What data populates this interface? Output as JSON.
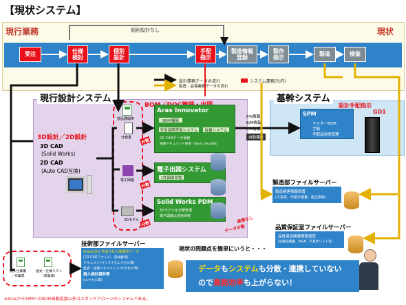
{
  "page_title": "【現状システム】",
  "flow_section": {
    "title": "現行業務",
    "right_label": "現状",
    "skip_label": "個別設計なし",
    "steps": [
      "受注",
      "仕様\n検討",
      "個別\n設計",
      "手配\n指示",
      "製造情報\n登録",
      "製作\n指示",
      "製造",
      "検査"
    ]
  },
  "legend": {
    "flow_label": "設計業務データの流れ",
    "flow_sub": "製造・品保業務データの流れ",
    "system_label": "システム業務(社内)"
  },
  "design_system": {
    "title": "現行設計システム",
    "cad_title": "3D設計／2D設計",
    "cad_3d": "3D CAD",
    "cad_3d_sub": "(Solid Works)",
    "cad_2d": "2D CAD",
    "cad_2d_sub": "(Auto CAD互換)",
    "bom_label": "BOM／DOC管理・出図",
    "doc_label1": "部品展開表",
    "doc_label2": "仕様書",
    "doc_label3": "電子図面",
    "doc_label4": "3Dモデル",
    "bunsan": "分散"
  },
  "aras": {
    "title": "Aras Innovator",
    "item1": "BOM構築",
    "item2": "安全保障貿易システム",
    "item3": "採番システム",
    "item4": "2D CADデータ保管",
    "item5": "技術ドキュメント保管（Word, Excel等）"
  },
  "e_drawing": {
    "title": "電子出図システム",
    "sub": "1件図面保管"
  },
  "sw_pdm": {
    "title": "Solid Works PDM",
    "sub1": "3Dモデルを分散管理",
    "sub2": "電子図面は別途保管"
  },
  "notes": {
    "renkei_nashi": "連携なし",
    "data_bunsan": "データ分散",
    "jidou_renkei": "自動連携",
    "pn_info": "P/N情報",
    "bom_info": "B/M情報",
    "pn_info2": "P/N情報"
  },
  "core_system": {
    "title": "基幹システム",
    "gd_label": "設計手配指示",
    "gd_code": "GD1",
    "spm_title": "SPM",
    "spm_items": [
      "マスターBOM",
      "手配",
      "手配品状態管理"
    ]
  },
  "mfg_server": {
    "title": "製造部ファイルサーバー",
    "sub1": "製造関連情報保管",
    "sub2": "(工事票、作業手順書、組立図等)"
  },
  "qa_server": {
    "title": "品質保証室ファイルサーバー",
    "sub1": "品質保証関連情報保管",
    "sub2": "(試験成績書、W&N、不具合リスト等)"
  },
  "tech_server": {
    "title": "技術部ファイルサーバー",
    "item1": "Aras以外に作成された採番済データ",
    "item2": "(2D CADファイル、旧採番等)",
    "item3": "ドキュメント(リスト)(エクセル等)",
    "item4": "型式・仕様ドキュメント(エクセル等)",
    "item5": "個人検討資料等",
    "item6": "(エクセル等)"
  },
  "bottom_docs": {
    "label1": "納入仕様書\n／作業票",
    "label2": "型式・仕様リスト\n（単発表）"
  },
  "problem": {
    "intro": "現状の問題点を簡単にいうと・・・",
    "line1_a": "データ",
    "line1_b": "も",
    "line1_c": "システム",
    "line1_d": "も分散・連携していない",
    "line2_a": "ので",
    "line2_b": "業務効率",
    "line2_c": "も上がらない！"
  },
  "footnote": "※ArasからSPMへのBOM自動変換以外はスタンドアローンのシステムである。",
  "colors": {
    "red": "#e8101a",
    "green": "#339933",
    "blue": "#2f83c9",
    "gray": "#7f8c93",
    "purple": "#6b2d86"
  }
}
